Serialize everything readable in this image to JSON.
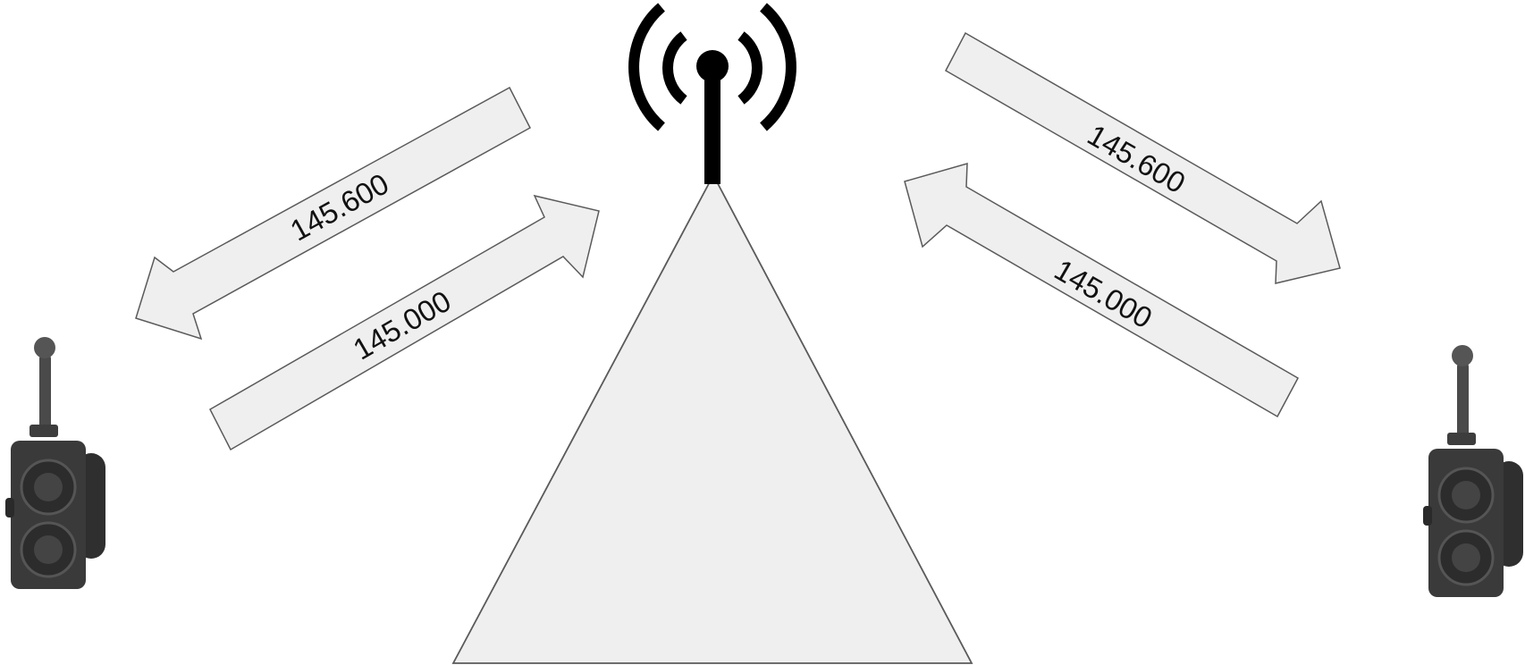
{
  "colors": {
    "arrow_fill": "#efefef",
    "outline": "#5a5a5a",
    "antenna": "#000000",
    "radio_body": "#3a3a3a"
  },
  "icons": {
    "tower": "antenna-icon",
    "radio": "walkie-talkie-icon"
  },
  "arrows": {
    "left_down": {
      "label": "145.600",
      "direction": "from-repeater-to-radio"
    },
    "left_up": {
      "label": "145.000",
      "direction": "from-radio-to-repeater"
    },
    "right_down": {
      "label": "145.600",
      "direction": "from-repeater-to-radio"
    },
    "right_up": {
      "label": "145.000",
      "direction": "from-radio-to-repeater"
    }
  }
}
